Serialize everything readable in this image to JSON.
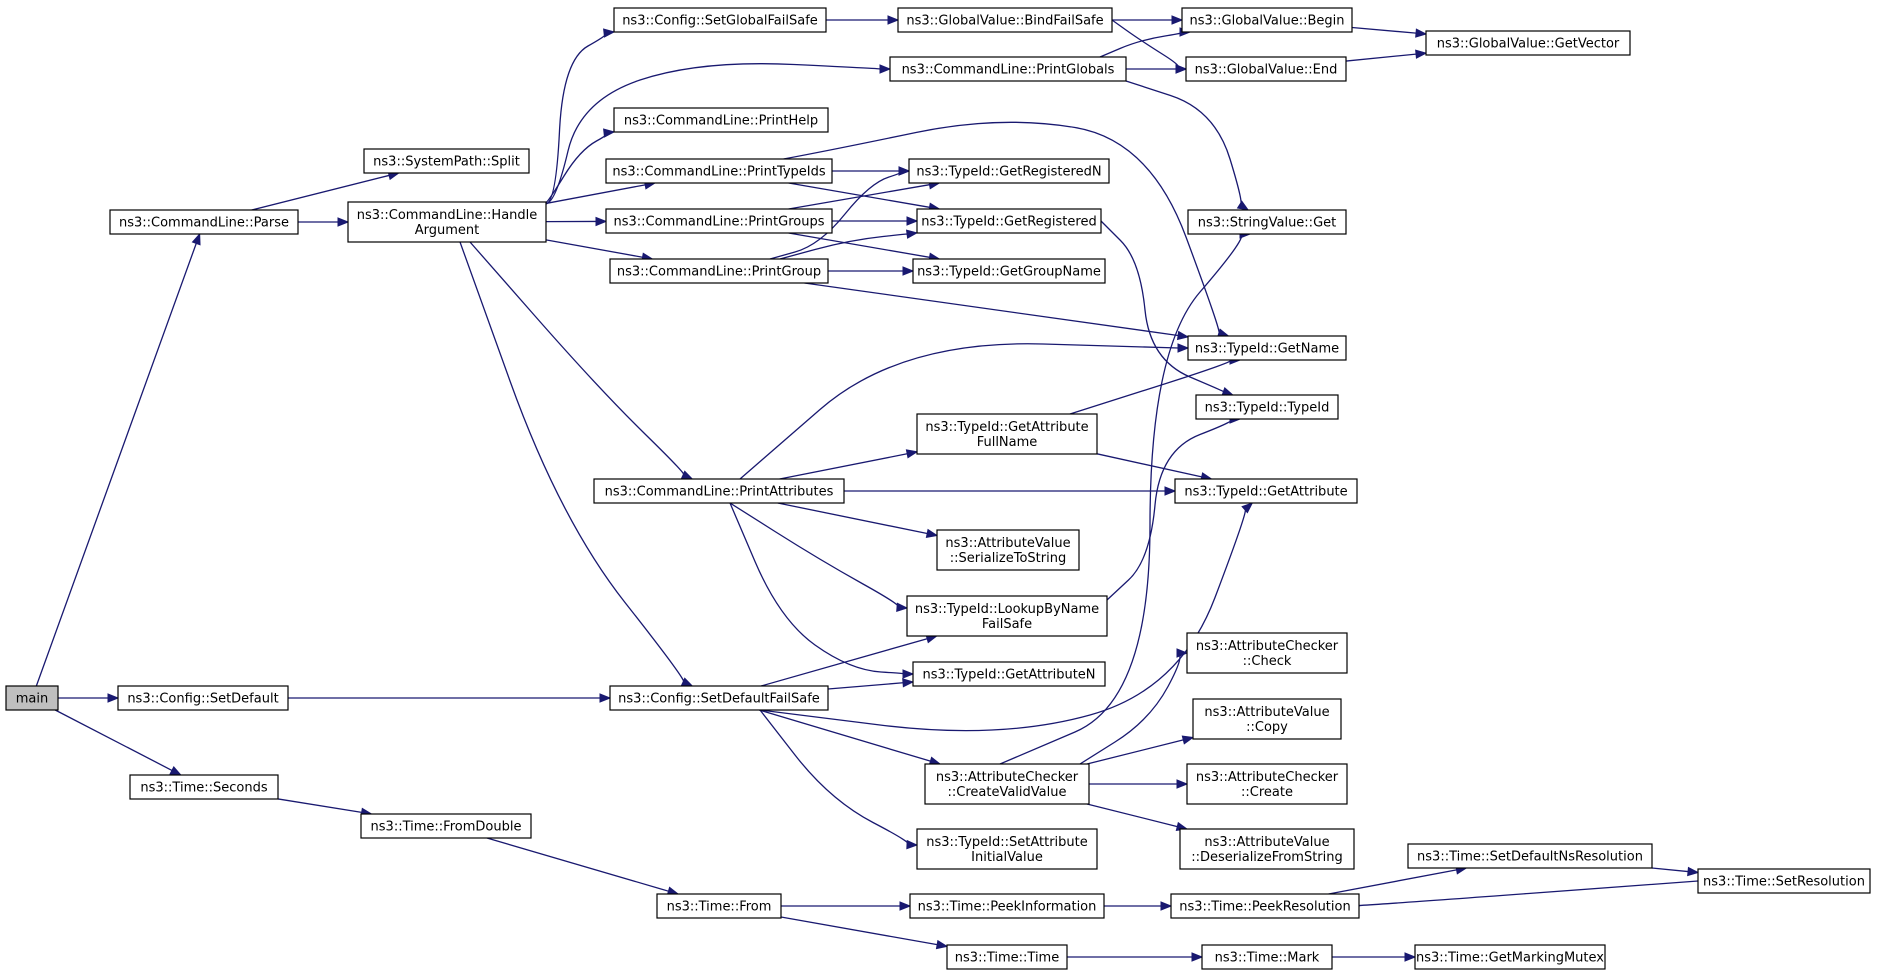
{
  "colors": {
    "edge": "#191970",
    "node_border": "#000000",
    "root_fill": "#bfbfbf",
    "node_fill": "#ffffff"
  },
  "nodes": [
    {
      "id": "main",
      "lines": [
        "main"
      ]
    },
    {
      "id": "cl_parse",
      "lines": [
        "ns3::CommandLine::Parse"
      ]
    },
    {
      "id": "sp_split",
      "lines": [
        "ns3::SystemPath::Split"
      ]
    },
    {
      "id": "cl_handle",
      "lines": [
        "ns3::CommandLine::Handle",
        "Argument"
      ]
    },
    {
      "id": "cfg_setglobal",
      "lines": [
        "ns3::Config::SetGlobalFailSafe"
      ]
    },
    {
      "id": "gv_bind",
      "lines": [
        "ns3::GlobalValue::BindFailSafe"
      ]
    },
    {
      "id": "gv_begin",
      "lines": [
        "ns3::GlobalValue::Begin"
      ]
    },
    {
      "id": "gv_getvector",
      "lines": [
        "ns3::GlobalValue::GetVector"
      ]
    },
    {
      "id": "cl_printglobals",
      "lines": [
        "ns3::CommandLine::PrintGlobals"
      ]
    },
    {
      "id": "gv_end",
      "lines": [
        "ns3::GlobalValue::End"
      ]
    },
    {
      "id": "cl_printhelp",
      "lines": [
        "ns3::CommandLine::PrintHelp"
      ]
    },
    {
      "id": "cl_printtypeids",
      "lines": [
        "ns3::CommandLine::PrintTypeIds"
      ]
    },
    {
      "id": "tid_getregn",
      "lines": [
        "ns3::TypeId::GetRegisteredN"
      ]
    },
    {
      "id": "cl_printgroups",
      "lines": [
        "ns3::CommandLine::PrintGroups"
      ]
    },
    {
      "id": "tid_getreg",
      "lines": [
        "ns3::TypeId::GetRegistered"
      ]
    },
    {
      "id": "sv_get",
      "lines": [
        "ns3::StringValue::Get"
      ]
    },
    {
      "id": "cl_printgroup",
      "lines": [
        "ns3::CommandLine::PrintGroup"
      ]
    },
    {
      "id": "tid_getgroupname",
      "lines": [
        "ns3::TypeId::GetGroupName"
      ]
    },
    {
      "id": "tid_getname",
      "lines": [
        "ns3::TypeId::GetName"
      ]
    },
    {
      "id": "tid_typeid",
      "lines": [
        "ns3::TypeId::TypeId"
      ]
    },
    {
      "id": "tid_getattrfull",
      "lines": [
        "ns3::TypeId::GetAttribute",
        "FullName"
      ]
    },
    {
      "id": "cl_printattrs",
      "lines": [
        "ns3::CommandLine::PrintAttributes"
      ]
    },
    {
      "id": "tid_getattr",
      "lines": [
        "ns3::TypeId::GetAttribute"
      ]
    },
    {
      "id": "av_serialize",
      "lines": [
        "ns3::AttributeValue",
        "::SerializeToString"
      ]
    },
    {
      "id": "tid_lookup",
      "lines": [
        "ns3::TypeId::LookupByName",
        "FailSafe"
      ]
    },
    {
      "id": "ac_check",
      "lines": [
        "ns3::AttributeChecker",
        "::Check"
      ]
    },
    {
      "id": "tid_getattrn",
      "lines": [
        "ns3::TypeId::GetAttributeN"
      ]
    },
    {
      "id": "cfg_setdefault",
      "lines": [
        "ns3::Config::SetDefault"
      ]
    },
    {
      "id": "cfg_setdefaultfs",
      "lines": [
        "ns3::Config::SetDefaultFailSafe"
      ]
    },
    {
      "id": "av_copy",
      "lines": [
        "ns3::AttributeValue",
        "::Copy"
      ]
    },
    {
      "id": "ac_createvalid",
      "lines": [
        "ns3::AttributeChecker",
        "::CreateValidValue"
      ]
    },
    {
      "id": "ac_create",
      "lines": [
        "ns3::AttributeChecker",
        "::Create"
      ]
    },
    {
      "id": "time_seconds",
      "lines": [
        "ns3::Time::Seconds"
      ]
    },
    {
      "id": "time_fromdouble",
      "lines": [
        "ns3::Time::FromDouble"
      ]
    },
    {
      "id": "tid_setattrinit",
      "lines": [
        "ns3::TypeId::SetAttribute",
        "InitialValue"
      ]
    },
    {
      "id": "av_deserialize",
      "lines": [
        "ns3::AttributeValue",
        "::DeserializeFromString"
      ]
    },
    {
      "id": "time_setdefaultns",
      "lines": [
        "ns3::Time::SetDefaultNsResolution"
      ]
    },
    {
      "id": "time_setres",
      "lines": [
        "ns3::Time::SetResolution"
      ]
    },
    {
      "id": "time_from",
      "lines": [
        "ns3::Time::From"
      ]
    },
    {
      "id": "time_peekinfo",
      "lines": [
        "ns3::Time::PeekInformation"
      ]
    },
    {
      "id": "time_peekres",
      "lines": [
        "ns3::Time::PeekResolution"
      ]
    },
    {
      "id": "time_time",
      "lines": [
        "ns3::Time::Time"
      ]
    },
    {
      "id": "time_mark",
      "lines": [
        "ns3::Time::Mark"
      ]
    },
    {
      "id": "time_getmutex",
      "lines": [
        "ns3::Time::GetMarkingMutex"
      ]
    }
  ],
  "edges": [
    [
      "main",
      "cl_parse"
    ],
    [
      "main",
      "cfg_setdefault"
    ],
    [
      "main",
      "time_seconds"
    ],
    [
      "cl_parse",
      "sp_split"
    ],
    [
      "cl_parse",
      "cl_handle"
    ],
    [
      "cl_handle",
      "cfg_setglobal"
    ],
    [
      "cl_handle",
      "cl_printglobals"
    ],
    [
      "cl_handle",
      "cl_printhelp"
    ],
    [
      "cl_handle",
      "cl_printtypeids"
    ],
    [
      "cl_handle",
      "cl_printgroups"
    ],
    [
      "cl_handle",
      "cl_printgroup"
    ],
    [
      "cl_handle",
      "cl_printattrs"
    ],
    [
      "cl_handle",
      "cfg_setdefaultfs"
    ],
    [
      "cfg_setglobal",
      "gv_bind"
    ],
    [
      "gv_bind",
      "gv_begin"
    ],
    [
      "gv_bind",
      "gv_end"
    ],
    [
      "gv_begin",
      "gv_getvector"
    ],
    [
      "gv_end",
      "gv_getvector"
    ],
    [
      "cl_printglobals",
      "gv_begin"
    ],
    [
      "cl_printglobals",
      "gv_end"
    ],
    [
      "cl_printglobals",
      "sv_get"
    ],
    [
      "cl_printtypeids",
      "tid_getregn"
    ],
    [
      "cl_printtypeids",
      "tid_getreg"
    ],
    [
      "cl_printtypeids",
      "tid_getname"
    ],
    [
      "cl_printgroups",
      "tid_getregn"
    ],
    [
      "cl_printgroups",
      "tid_getreg"
    ],
    [
      "cl_printgroups",
      "tid_getgroupname"
    ],
    [
      "cl_printgroup",
      "tid_getregn"
    ],
    [
      "cl_printgroup",
      "tid_getreg"
    ],
    [
      "cl_printgroup",
      "tid_getgroupname"
    ],
    [
      "cl_printgroup",
      "tid_getname"
    ],
    [
      "tid_getreg",
      "tid_typeid"
    ],
    [
      "cl_printattrs",
      "tid_getname"
    ],
    [
      "cl_printattrs",
      "tid_getattrfull"
    ],
    [
      "cl_printattrs",
      "tid_getattr"
    ],
    [
      "cl_printattrs",
      "av_serialize"
    ],
    [
      "cl_printattrs",
      "tid_lookup"
    ],
    [
      "cl_printattrs",
      "tid_getattrn"
    ],
    [
      "tid_getattrfull",
      "tid_getname"
    ],
    [
      "tid_getattrfull",
      "tid_getattr"
    ],
    [
      "tid_lookup",
      "tid_typeid"
    ],
    [
      "cfg_setdefault",
      "cfg_setdefaultfs"
    ],
    [
      "cfg_setdefaultfs",
      "tid_lookup"
    ],
    [
      "cfg_setdefaultfs",
      "tid_getattrn"
    ],
    [
      "cfg_setdefaultfs",
      "tid_getattr"
    ],
    [
      "cfg_setdefaultfs",
      "ac_createvalid"
    ],
    [
      "cfg_setdefaultfs",
      "tid_setattrinit"
    ],
    [
      "ac_createvalid",
      "ac_check"
    ],
    [
      "ac_createvalid",
      "av_copy"
    ],
    [
      "ac_createvalid",
      "ac_create"
    ],
    [
      "ac_createvalid",
      "av_deserialize"
    ],
    [
      "ac_createvalid",
      "sv_get"
    ],
    [
      "time_seconds",
      "time_fromdouble"
    ],
    [
      "time_fromdouble",
      "time_from"
    ],
    [
      "time_from",
      "time_peekinfo"
    ],
    [
      "time_from",
      "time_time"
    ],
    [
      "time_peekinfo",
      "time_peekres"
    ],
    [
      "time_peekres",
      "time_setdefaultns"
    ],
    [
      "time_setdefaultns",
      "time_setres"
    ],
    [
      "time_setres",
      "time_peekres"
    ],
    [
      "time_time",
      "time_mark"
    ],
    [
      "time_mark",
      "time_getmutex"
    ]
  ]
}
